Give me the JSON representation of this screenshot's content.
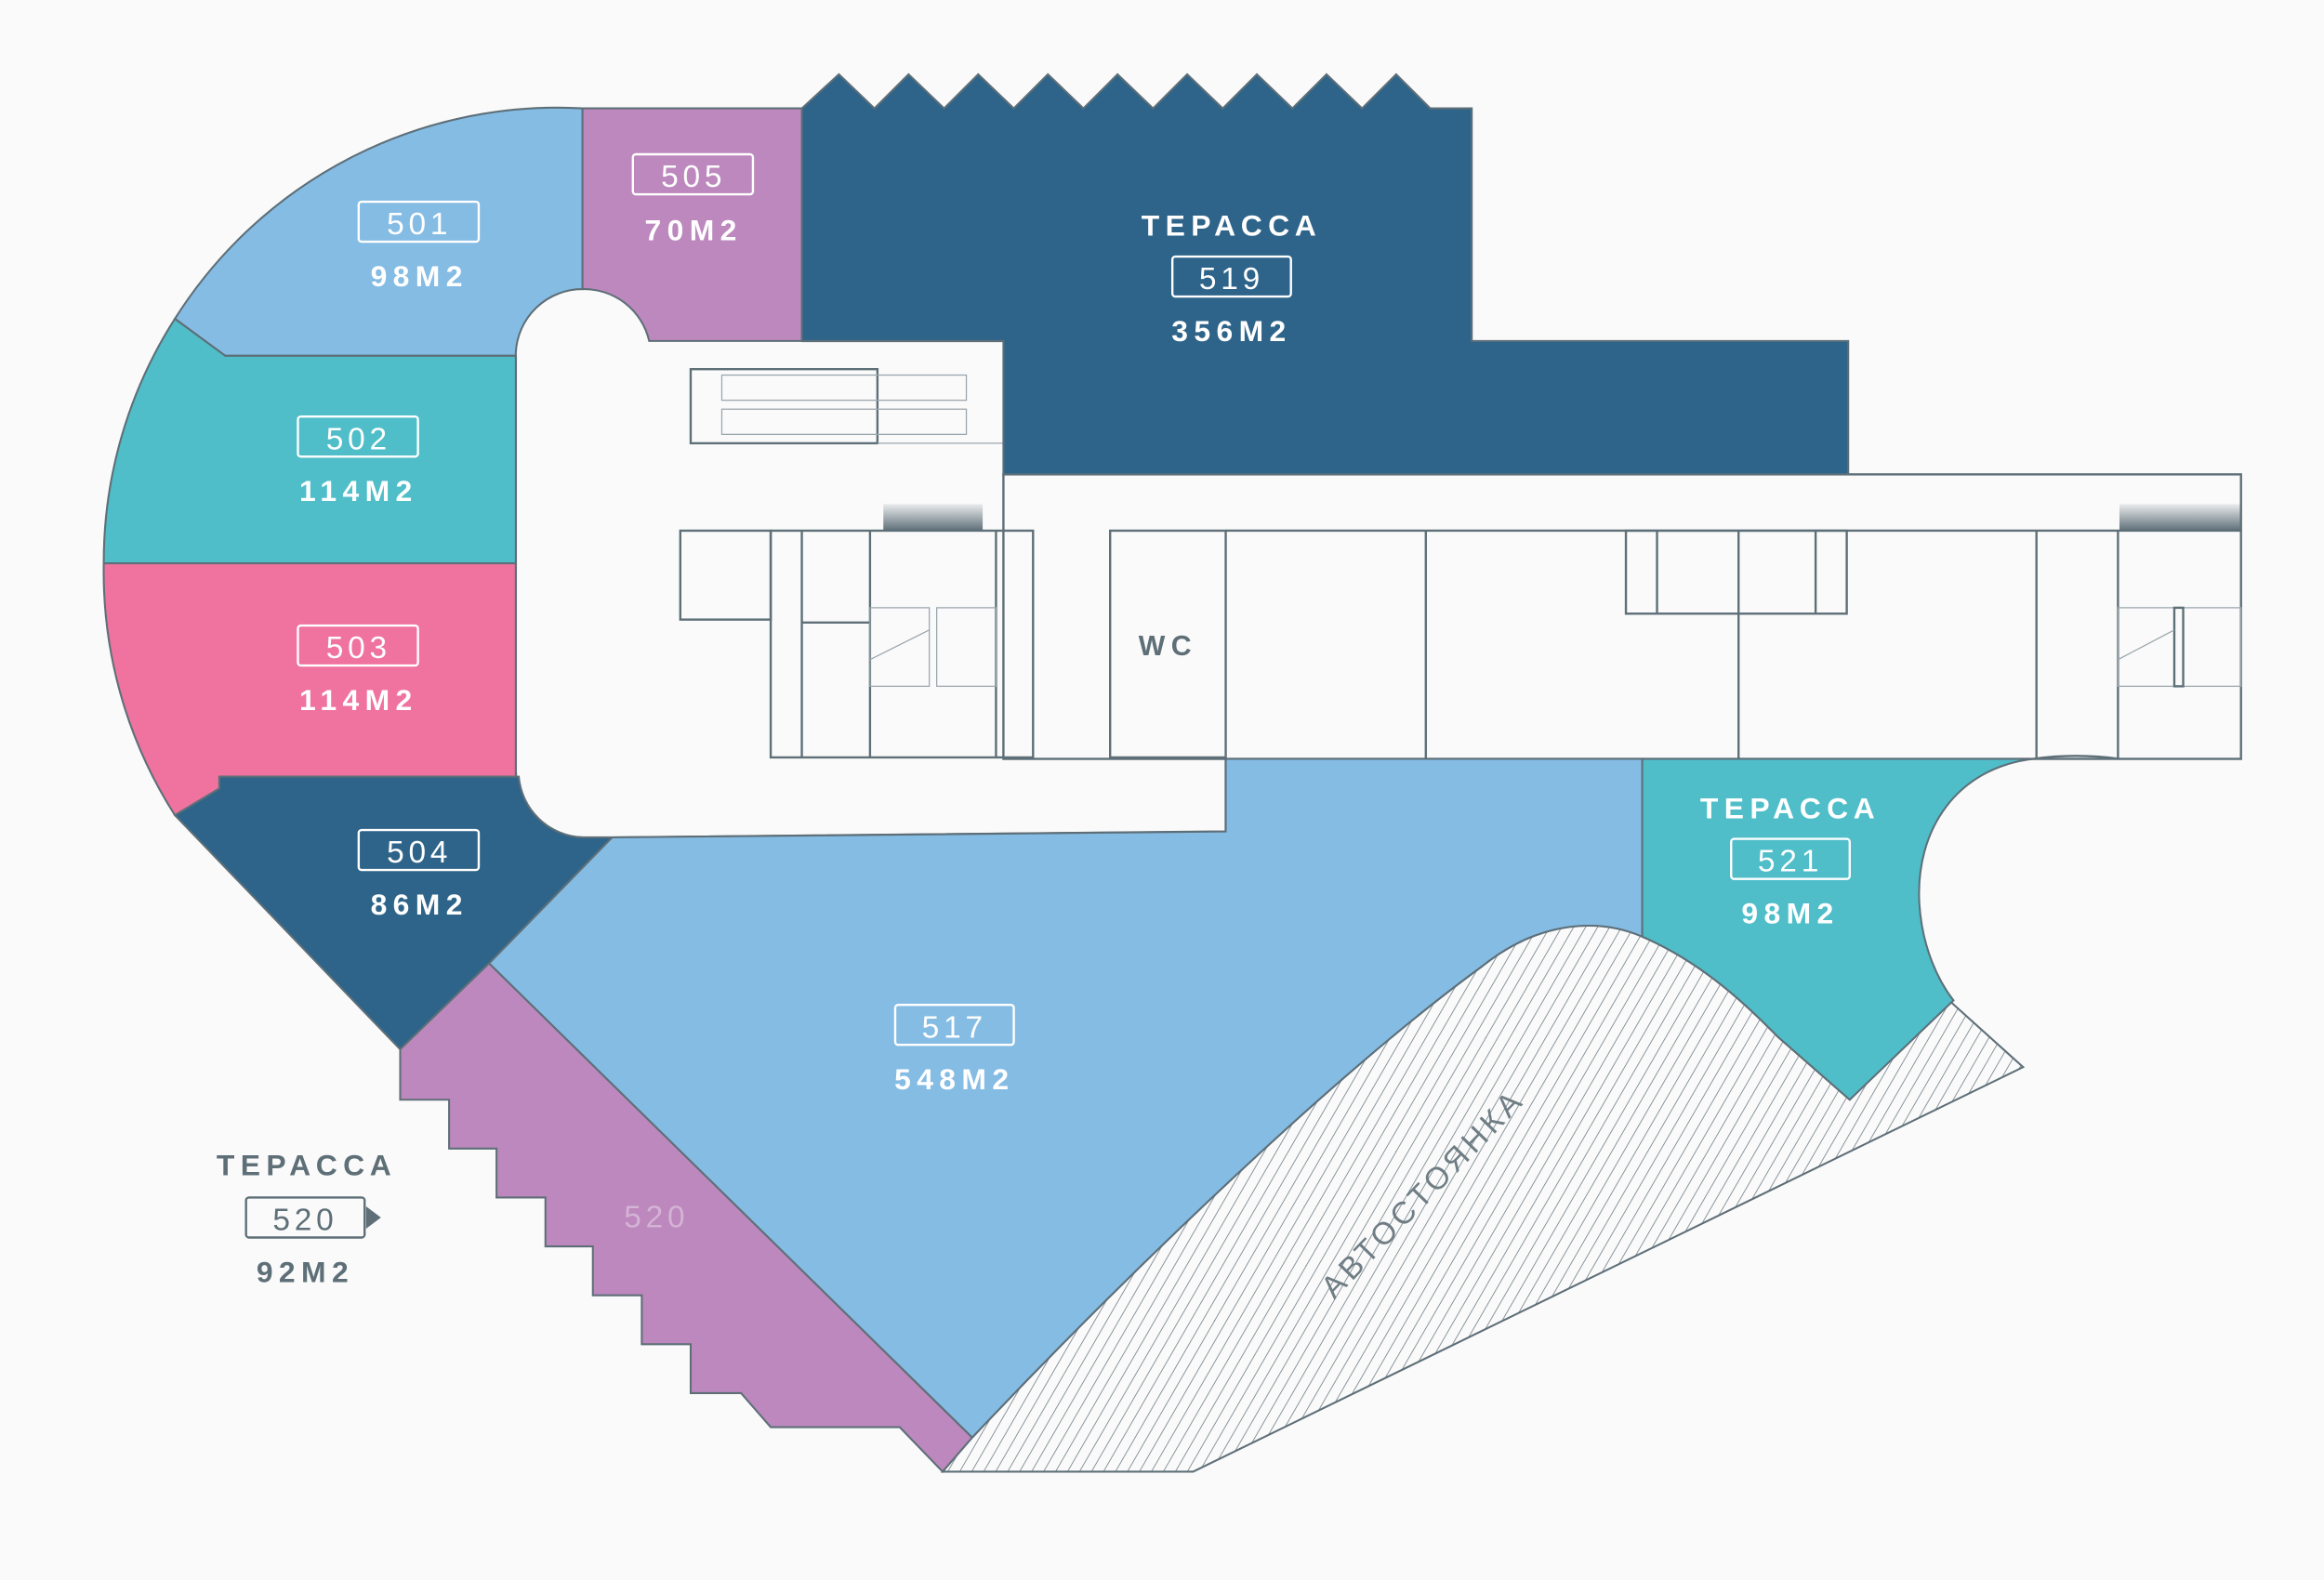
{
  "title": "Floor 5 plan",
  "colors": {
    "light_blue": "#85bce4",
    "purple": "#bd88bd",
    "dark_blue": "#2e6489",
    "teal": "#4fbec9",
    "pink": "#ef739e",
    "stroke": "#5e6f78"
  },
  "units": {
    "u501": {
      "number": "501",
      "area": "98M2"
    },
    "u505": {
      "number": "505",
      "area": "70M2"
    },
    "u502": {
      "number": "502",
      "area": "114M2"
    },
    "u503": {
      "number": "503",
      "area": "114M2"
    },
    "u504": {
      "number": "504",
      "area": "86M2"
    },
    "u519": {
      "title": "ТЕРАССА",
      "number": "519",
      "area": "356M2"
    },
    "u517": {
      "number": "517",
      "area": "548M2"
    },
    "u521": {
      "title": "ТЕРАССА",
      "number": "521",
      "area": "98M2"
    },
    "u520": {
      "title": "ТЕРАССА",
      "number": "520",
      "area": "92M2",
      "inner_label": "520"
    }
  },
  "wc_label": "WC",
  "parking_label": "АВТОСТОЯНКА"
}
